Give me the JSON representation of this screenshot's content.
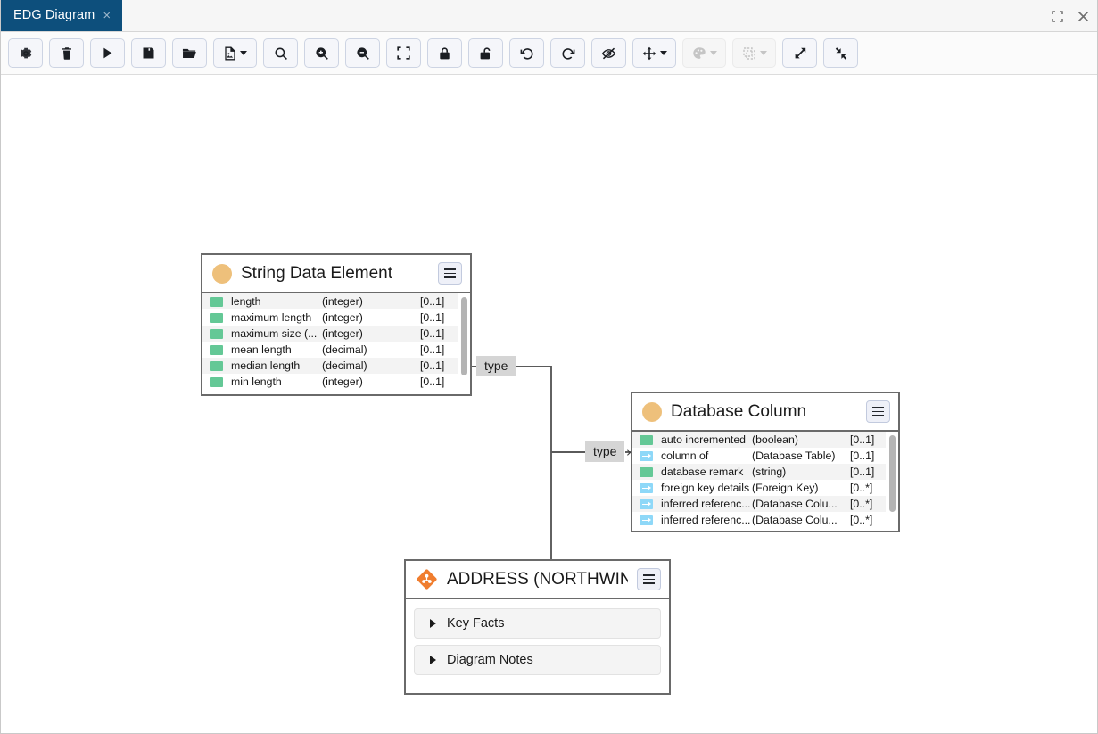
{
  "window": {
    "tab_label": "EDG Diagram",
    "tab_close": "×",
    "maximize_icon": "maximize-icon",
    "close_icon": "close-icon"
  },
  "toolbar": {
    "buttons": [
      {
        "name": "settings",
        "icon": "gear-icon",
        "title": "Settings",
        "caret": false,
        "disabled": false
      },
      {
        "name": "delete",
        "icon": "trash-icon",
        "title": "Delete",
        "caret": false,
        "disabled": false
      },
      {
        "name": "run",
        "icon": "play-icon",
        "title": "Run",
        "caret": false,
        "disabled": false
      },
      {
        "name": "save",
        "icon": "save-icon",
        "title": "Save",
        "caret": false,
        "disabled": false
      },
      {
        "name": "open",
        "icon": "folder-open-icon",
        "title": "Open",
        "caret": false,
        "disabled": false
      },
      {
        "name": "export-image",
        "icon": "file-image-icon",
        "title": "Export",
        "caret": true,
        "disabled": false
      },
      {
        "name": "search",
        "icon": "search-icon",
        "title": "Search",
        "caret": false,
        "disabled": false
      },
      {
        "name": "zoom-in",
        "icon": "zoom-in-icon",
        "title": "Zoom In",
        "caret": false,
        "disabled": false
      },
      {
        "name": "zoom-out",
        "icon": "zoom-out-icon",
        "title": "Zoom Out",
        "caret": false,
        "disabled": false
      },
      {
        "name": "fit-screen",
        "icon": "fit-screen-icon",
        "title": "Fit to Screen",
        "caret": false,
        "disabled": false
      },
      {
        "name": "lock",
        "icon": "lock-closed-icon",
        "title": "Lock",
        "caret": false,
        "disabled": false
      },
      {
        "name": "unlock",
        "icon": "lock-open-icon",
        "title": "Unlock",
        "caret": false,
        "disabled": false
      },
      {
        "name": "undo",
        "icon": "undo-icon",
        "title": "Undo",
        "caret": false,
        "disabled": false
      },
      {
        "name": "redo",
        "icon": "redo-icon",
        "title": "Redo",
        "caret": false,
        "disabled": false
      },
      {
        "name": "hide",
        "icon": "eye-slash-icon",
        "title": "Hide",
        "caret": false,
        "disabled": false
      },
      {
        "name": "layout",
        "icon": "move-arrows-icon",
        "title": "Layout",
        "caret": true,
        "disabled": false
      },
      {
        "name": "color",
        "icon": "palette-icon",
        "title": "Color",
        "caret": true,
        "disabled": true
      },
      {
        "name": "shape",
        "icon": "dashed-square-icon",
        "title": "Shape",
        "caret": true,
        "disabled": true
      },
      {
        "name": "expand",
        "icon": "expand-arrows-icon",
        "title": "Expand",
        "caret": false,
        "disabled": false
      },
      {
        "name": "collapse",
        "icon": "collapse-arrows-icon",
        "title": "Collapse",
        "caret": false,
        "disabled": false
      }
    ]
  },
  "diagram": {
    "nodes": [
      {
        "id": "string-data-element",
        "title": "String Data Element",
        "icon": "class-circle-icon",
        "menu_icon": "hamburger-icon",
        "properties": [
          {
            "kind": "literal",
            "name": "length",
            "type": "(integer)",
            "cardinality": "[0..1]"
          },
          {
            "kind": "literal",
            "name": "maximum length",
            "type": "(integer)",
            "cardinality": "[0..1]"
          },
          {
            "kind": "literal",
            "name": "maximum size (...",
            "type": "(integer)",
            "cardinality": "[0..1]"
          },
          {
            "kind": "literal",
            "name": "mean length",
            "type": "(decimal)",
            "cardinality": "[0..1]"
          },
          {
            "kind": "literal",
            "name": "median length",
            "type": "(decimal)",
            "cardinality": "[0..1]"
          },
          {
            "kind": "literal",
            "name": "min length",
            "type": "(integer)",
            "cardinality": "[0..1]"
          }
        ]
      },
      {
        "id": "database-column",
        "title": "Database Column",
        "icon": "class-circle-icon",
        "menu_icon": "hamburger-icon",
        "properties": [
          {
            "kind": "literal",
            "name": "auto incremented",
            "type": "(boolean)",
            "cardinality": "[0..1]"
          },
          {
            "kind": "reference",
            "name": "column of",
            "type": "(Database Table)",
            "cardinality": "[0..1]"
          },
          {
            "kind": "literal",
            "name": "database remark",
            "type": "(string)",
            "cardinality": "[0..1]"
          },
          {
            "kind": "reference",
            "name": "foreign key details",
            "type": "(Foreign Key)",
            "cardinality": "[0..*]"
          },
          {
            "kind": "reference",
            "name": "inferred referenc...",
            "type": "(Database Colu...",
            "cardinality": "[0..*]"
          },
          {
            "kind": "reference",
            "name": "inferred referenc...",
            "type": "(Database Colu...",
            "cardinality": "[0..*]"
          }
        ]
      },
      {
        "id": "address-northwind",
        "title": "ADDRESS (NORTHWIN...",
        "icon": "orange-diamond-instance-icon",
        "menu_icon": "hamburger-icon",
        "sections": [
          {
            "name": "key-facts",
            "label": "Key Facts",
            "expand_icon": "triangle-right-icon"
          },
          {
            "name": "diagram-notes",
            "label": "Diagram Notes",
            "expand_icon": "triangle-right-icon"
          }
        ]
      }
    ],
    "edges": [
      {
        "id": "edge-type-string-data-element",
        "label": "type",
        "arrow": "‹",
        "arrow_side": "left"
      },
      {
        "id": "edge-type-database-column",
        "label": "type",
        "arrow": "›",
        "arrow_side": "right"
      }
    ]
  },
  "colors": {
    "tab_active": "#0d4f7c",
    "class_icon": "#eec07b",
    "literal_swatch": "#64c896",
    "reference_swatch": "#8ed8f8",
    "instance_icon": "#f07d2e",
    "node_border": "#6a6a6a",
    "edge_line": "#5a5a5a",
    "edge_label_bg": "#d5d5d5"
  }
}
